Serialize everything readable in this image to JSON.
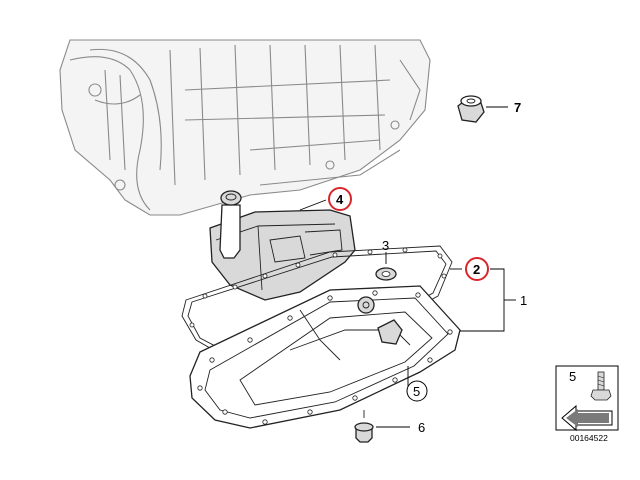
{
  "callouts": {
    "c1": "1",
    "c2": "2",
    "c3": "3",
    "c4": "4",
    "c5": "5",
    "c6": "6",
    "c7": "7"
  },
  "legend": {
    "part_number": "5"
  },
  "catalog_id": "00164522",
  "highlight_color": "#d9262b"
}
